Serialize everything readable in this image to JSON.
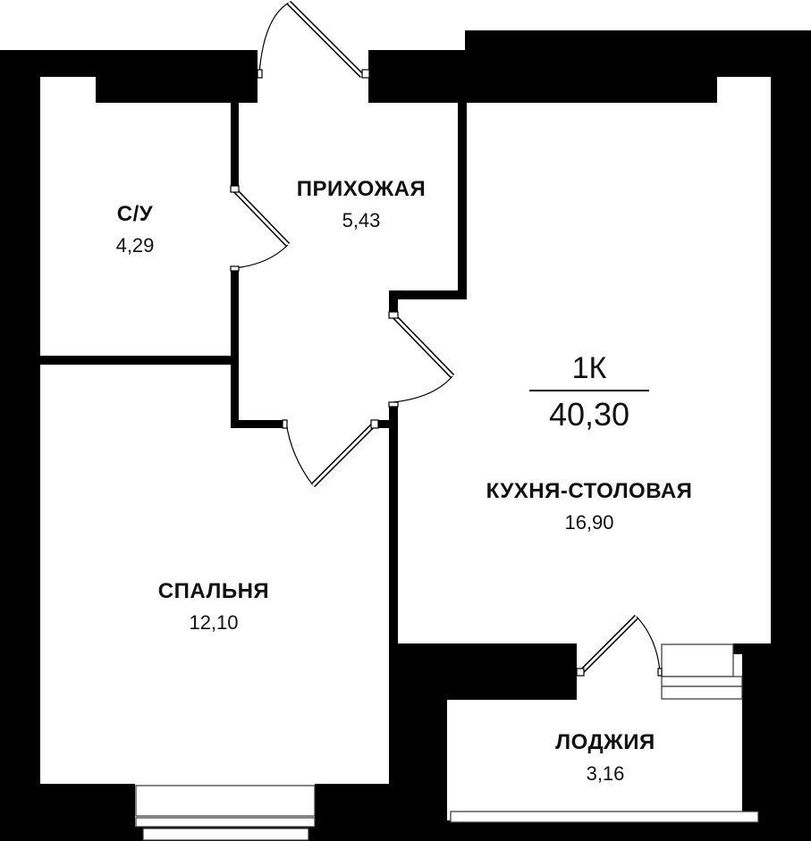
{
  "plan": {
    "apartment_type": "1К",
    "total_area": "40,30",
    "colors": {
      "wall": "#000000",
      "floor": "#ffffff",
      "text": "#111111"
    }
  },
  "rooms": [
    {
      "name": "С/У",
      "area": "4,29"
    },
    {
      "name": "ПРИХОЖАЯ",
      "area": "5,43"
    },
    {
      "name": "КУХНЯ-СТОЛОВАЯ",
      "area": "16,90"
    },
    {
      "name": "СПАЛЬНЯ",
      "area": "12,10"
    },
    {
      "name": "ЛОДЖИЯ",
      "area": "3,16"
    }
  ]
}
